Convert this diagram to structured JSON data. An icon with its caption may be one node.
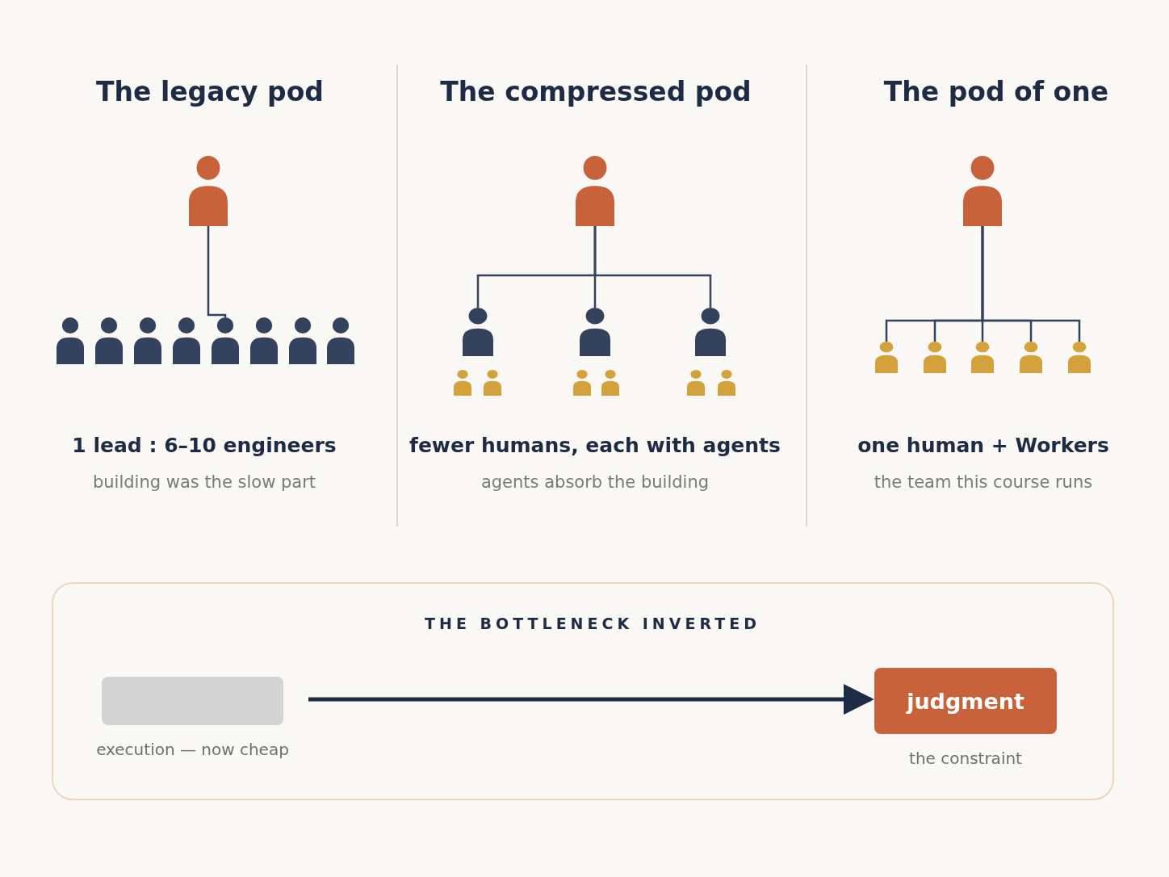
{
  "diagram": {
    "nodes": [
      {
        "text": [],
        "shape": "person"
      },
      {
        "text": [],
        "shape": "person"
      },
      {
        "text": [],
        "shape": "person"
      },
      {
        "text": [],
        "shape": "person"
      },
      {
        "text": [],
        "shape": "person"
      },
      {
        "text": [],
        "shape": "person"
      },
      {
        "text": [],
        "shape": "person"
      },
      {
        "text": [],
        "shape": "person"
      },
      {
        "text": [],
        "shape": "person"
      },
      {
        "text": [],
        "shape": "person"
      },
      {
        "text": [],
        "shape": "person"
      },
      {
        "text": [],
        "shape": "person"
      },
      {
        "text": [],
        "shape": "person"
      },
      {
        "text": [],
        "shape": "person"
      },
      {
        "text": [],
        "shape": "person"
      },
      {
        "text": [],
        "shape": "person"
      },
      {
        "text": [],
        "shape": "person"
      },
      {
        "text": [],
        "shape": "person"
      },
      {
        "text": [],
        "shape": "person"
      },
      {
        "text": [],
        "shape": "person"
      },
      {
        "text": [],
        "shape": "person"
      },
      {
        "text": [],
        "shape": "person"
      },
      {
        "text": [],
        "shape": "person"
      },
      {
        "text": [],
        "shape": "person"
      },
      {
        "text": [],
        "shape": "person"
      },
      {
        "text": [
          "THE BOTTLENECK INVERTED"
        ]
      },
      {
        "text": [],
        "shape": "box",
        "in": 25,
        "beside": [
          "execution — now cheap"
        ]
      },
      {
        "text": [
          "judgment"
        ],
        "in": 25,
        "beside": [
          "the constraint"
        ]
      }
    ],
    "edges": [
      {
        "from": 0,
        "to": 5,
        "arrow": "none"
      },
      {
        "from": 9,
        "to": 10,
        "arrow": "none"
      },
      {
        "from": 9,
        "to": 11,
        "arrow": "none"
      },
      {
        "from": 9,
        "to": 12,
        "arrow": "none"
      },
      {
        "from": 19,
        "to": 20,
        "arrow": "none"
      },
      {
        "from": 19,
        "to": 21,
        "arrow": "none"
      },
      {
        "from": 19,
        "to": 22,
        "arrow": "none"
      },
      {
        "from": 19,
        "to": 23,
        "arrow": "none"
      },
      {
        "from": 19,
        "to": 24,
        "arrow": "none"
      },
      {
        "from": 26,
        "to": 27,
        "arrow": "to",
        "style": "thick"
      }
    ],
    "labels": [
      "The legacy pod",
      "The compressed pod",
      "The pod of one",
      "1 lead : 6–10 engineers",
      "fewer humans, each with agents",
      "one human + Workers",
      "building was the slow part",
      "agents absorb the building",
      "the team this course runs"
    ]
  }
}
